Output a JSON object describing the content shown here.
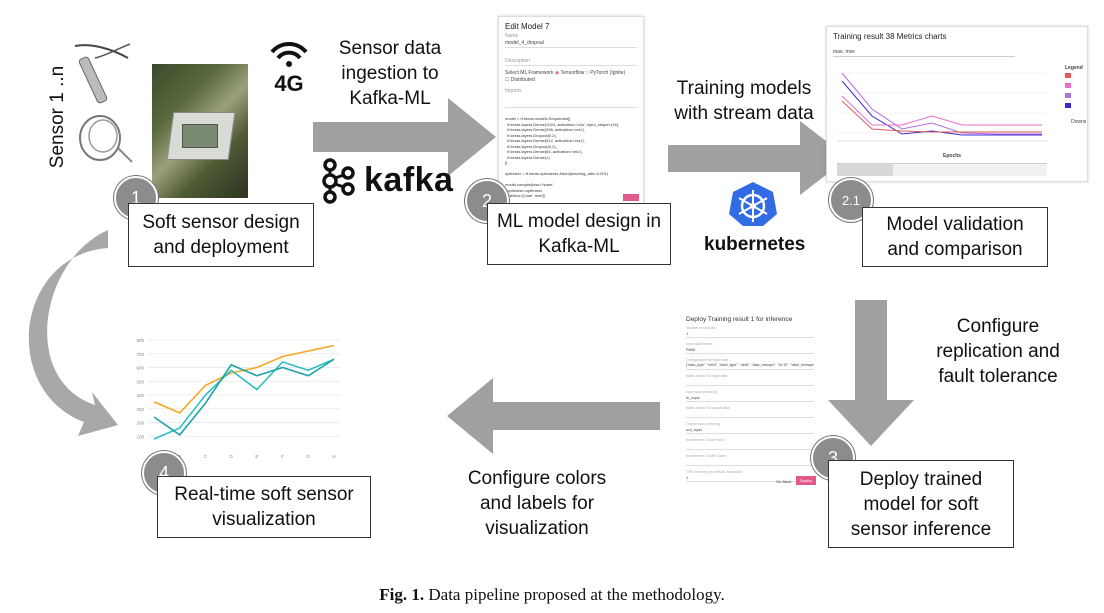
{
  "sensor_axis_label": "Sensor 1 ..n",
  "network_label": "4G",
  "steps": {
    "s1": {
      "number": "1",
      "label": "Soft sensor design and deployment"
    },
    "s2": {
      "number": "2",
      "label": "ML model design in Kafka-ML"
    },
    "s21": {
      "number": "2.1",
      "label": "Model validation and comparison"
    },
    "s3": {
      "number": "3",
      "label": "Deploy trained model for soft sensor inference"
    },
    "s4": {
      "number": "4",
      "label": "Real-time soft sensor visualization"
    }
  },
  "arrows": {
    "ingest": "Sensor data ingestion to Kafka-ML",
    "train": "Training models with stream data",
    "replicate": "Configure replication and fault tolerance",
    "colors": "Configure colors and labels for visualization"
  },
  "logos": {
    "kafka": "kafka",
    "kubernetes": "kubernetes"
  },
  "model_editor": {
    "title": "Edit Model 7",
    "name_value": "model_4_dropout",
    "framework_label": "Select ML Framework",
    "opt1": "Tensorflow",
    "opt2": "PyTorch (Ignite)",
    "distributed": "Distributed",
    "imports_label": "Imports",
    "code": "model = tf.keras.models.Sequential([\n  tf.keras.layers.Dense(1024, activation='relu', input_shape=(16),\n  tf.keras.layers.Dense(256, activation='relu'),\n  tf.keras.layers.Dropout(0.2),\n  tf.keras.layers.Dense(512, activation='relu'),\n  tf.keras.layers.Dropout(0.2),\n  tf.keras.layers.Dense(64, activation='relu'),\n  tf.keras.layers.Dense(1)\n])\n\noptimizer = tf.keras.optimizers.Adam(learning_rate=0.001)\n\nmodel.compile(loss='huber',\n  optimizer=optimizer,\n  metrics=['mae','mse'])"
  },
  "metrics_chart": {
    "title": "Training result 38 Metrics charts",
    "select_value": "mae, mse",
    "legend_title": "Legend",
    "xlabel": "Epochs",
    "downs": "Downs"
  },
  "deploy_form": {
    "title": "Deploy Training result 1 for inference",
    "fields": [
      {
        "label": "Number of replicas",
        "value": "1"
      },
      {
        "label": "Input data format",
        "value": "RAW"
      },
      {
        "label": "Configuration for input data",
        "value": "{\"data_type\": \"int16\", \"label_type\": \"uint8\", \"data_reshape\": \"16 20\", \"label_reshape\""
      },
      {
        "label": "Kafka broker for input data",
        "value": ""
      },
      {
        "label": "Input topic (existing)",
        "value": "in_topic"
      },
      {
        "label": "Kafka broker for output data",
        "value": ""
      },
      {
        "label": "Output topic (existing)",
        "value": "out_topic"
      },
      {
        "label": "Kubernetes Cluster host",
        "value": ""
      },
      {
        "label": "Kubernetes Cluster Token",
        "value": ""
      },
      {
        "label": "GPU memory (by default, automatic)",
        "value": "1"
      }
    ],
    "back": "Go Back",
    "deploy": "Deploy"
  },
  "realtime_chart": {
    "y_ticks": [
      "800",
      "700",
      "600",
      "500",
      "400",
      "300",
      "200",
      "100"
    ],
    "x_ticks": [
      "A",
      "B",
      "C",
      "D",
      "E",
      "F",
      "G",
      "H"
    ]
  },
  "chart_data": {
    "type": "line",
    "x": [
      "A",
      "B",
      "C",
      "D",
      "E",
      "F",
      "G",
      "H"
    ],
    "ylim": [
      0,
      800
    ],
    "series": [
      {
        "color": "#f5a623",
        "values": [
          350,
          270,
          470,
          560,
          600,
          680,
          720,
          760
        ]
      },
      {
        "color": "#2fbfc4",
        "values": [
          80,
          160,
          400,
          580,
          440,
          640,
          580,
          660
        ]
      },
      {
        "color": "#1fa3a8",
        "values": [
          240,
          110,
          340,
          620,
          540,
          600,
          540,
          660
        ]
      }
    ]
  },
  "caption": {
    "prefix": "Fig. 1.",
    "text": "Data pipeline proposed at the methodology."
  },
  "colors": {
    "arrow": "#9a9a9a",
    "badge": "#8c8c8c",
    "accent_pink": "#e05a8a"
  }
}
